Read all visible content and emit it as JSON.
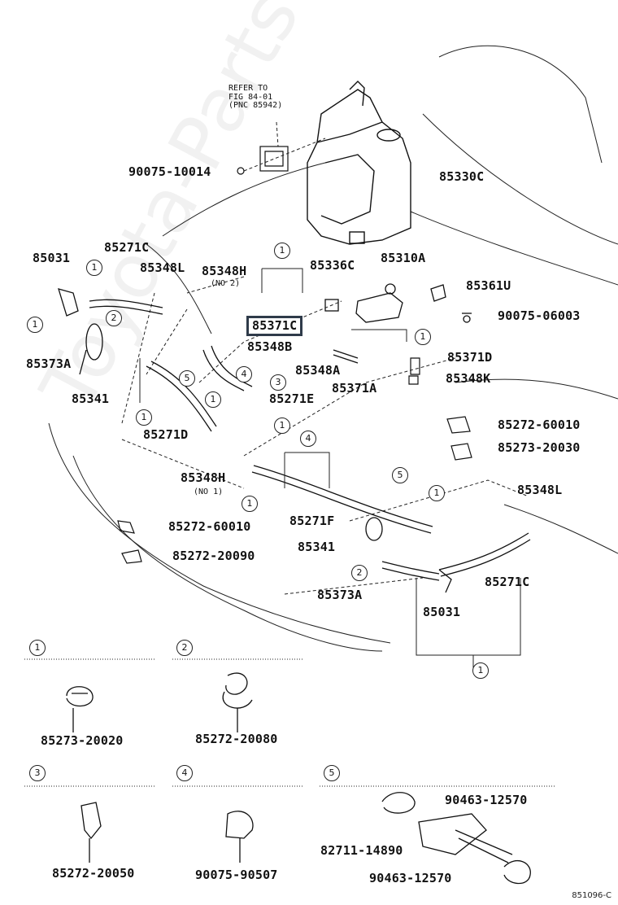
{
  "refer_note": {
    "line1": "REFER TO",
    "line2": "FIG 84-01",
    "line3": "(PNC 85942)"
  },
  "parts": {
    "p90075_10014": "90075-10014",
    "p85330C": "85330C",
    "p85031_top": "85031",
    "p85271C_top": "85271C",
    "p85348L_top": "85348L",
    "p85348H_no2": "85348H",
    "no2": "(NO 2)",
    "p85336C": "85336C",
    "p85310A": "85310A",
    "p85361U": "85361U",
    "p90075_06003": "90075-06003",
    "p85371C": "85371C",
    "p85348B": "85348B",
    "p85373A_top": "85373A",
    "p85348A": "85348A",
    "p85371D": "85371D",
    "p85371A": "85371A",
    "p85348K": "85348K",
    "p85341_top": "85341",
    "p85271E": "85271E",
    "p85271D": "85271D",
    "p85272_60010_right": "85272-60010",
    "p85273_20030": "85273-20030",
    "p85348H_no1": "85348H",
    "no1": "(NO 1)",
    "p85348L_right": "85348L",
    "p85272_60010_left": "85272-60010",
    "p85271F": "85271F",
    "p85341_bottom": "85341",
    "p85272_20090": "85272-20090",
    "p85373A_bottom": "85373A",
    "p85271C_right": "85271C",
    "p85031_bottom": "85031"
  },
  "legend": [
    {
      "num": "1",
      "part": "85273-20020"
    },
    {
      "num": "2",
      "part": "85272-20080"
    },
    {
      "num": "3",
      "part": "85272-20050"
    },
    {
      "num": "4",
      "part": "90075-90507"
    },
    {
      "num": "5",
      "parts": [
        "90463-12570",
        "82711-14890",
        "90463-12570"
      ]
    }
  ],
  "callouts": {
    "c1": "1",
    "c2": "2",
    "c3": "3",
    "c4": "4",
    "c5": "5"
  },
  "watermark": "Toyota-Parts-Online.ru",
  "figure_code": "851096-C",
  "colors": {
    "ink": "#111111",
    "highlight_border": "#2f3b4a"
  }
}
